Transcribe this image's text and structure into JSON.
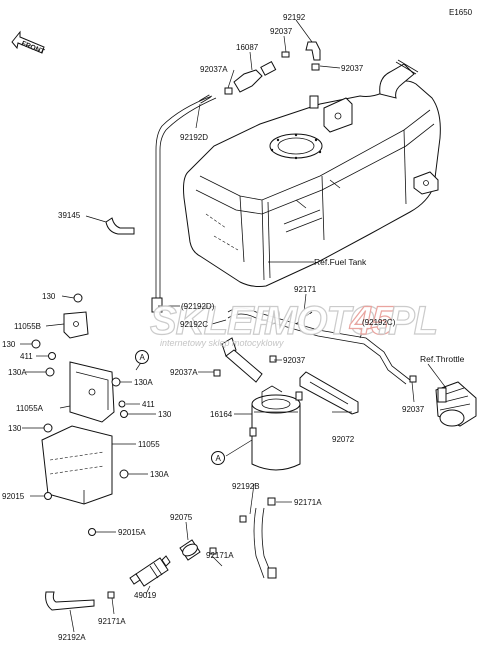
{
  "diagram_code": "E1650",
  "front_label": "FRONT",
  "watermark": {
    "brand_a": "SKLEP",
    "brand_b": "MOTO",
    "brand_c": "45",
    "brand_d": ".PL",
    "tagline": "internetowy sklep motocyklowy"
  },
  "refs": {
    "fuel_tank": "Ref.Fuel Tank",
    "throttle": "Ref.Throttle"
  },
  "callouts": [
    "A",
    "A"
  ],
  "labels": [
    "92192",
    "92037",
    "16087",
    "92037A",
    "92037",
    "92192D",
    "39145",
    "130",
    "(92192D)",
    "92171",
    "11055B",
    "92192C",
    "(92192C)",
    "130",
    "411",
    "92037",
    "130A",
    "92037A",
    "130A",
    "11055A",
    "411",
    "130",
    "16164",
    "92072",
    "92037",
    "130",
    "11055",
    "130A",
    "92192B",
    "92015",
    "92171A",
    "92015A",
    "92075",
    "92171A",
    "49019",
    "92171A",
    "92192A"
  ],
  "colors": {
    "line": "#111111",
    "background": "#ffffff",
    "watermark_outline": "#c9c9c9",
    "watermark_accent": "#e03a2f"
  }
}
